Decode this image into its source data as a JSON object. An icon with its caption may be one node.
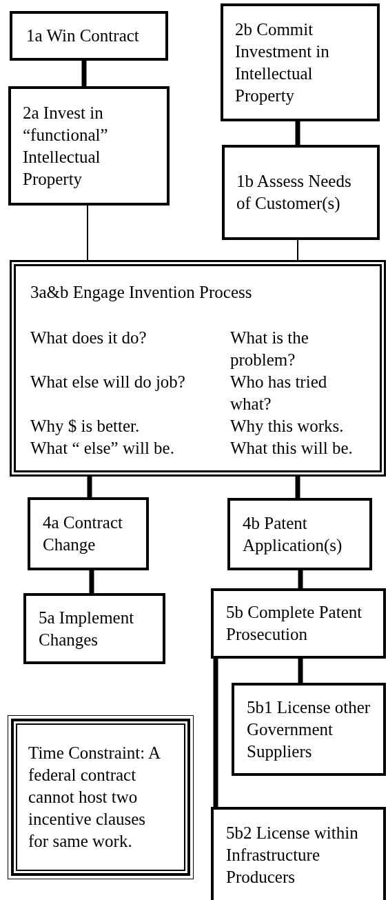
{
  "diagram": {
    "nodes": [
      {
        "text": [
          "1a Win Contract"
        ]
      },
      {
        "text": [
          "2b Commit Investment in Intellectual Property"
        ]
      },
      {
        "text": [
          "2a Invest in “functional” Intellectual Property"
        ]
      },
      {
        "text": [
          "1b Assess Needs of Customer(s)"
        ]
      },
      {
        "text": [
          "3a&b Engage Invention Process",
          "What does it do?",
          "What is the problem?",
          "What else will do job?",
          "Who has tried what?",
          "Why $ is better.",
          "Why this works.",
          "What “ else” will be.",
          "What this will be."
        ]
      },
      {
        "text": [
          "4a Contract Change"
        ]
      },
      {
        "text": [
          "4b Patent Application(s)"
        ]
      },
      {
        "text": [
          "5a Implement Changes"
        ]
      },
      {
        "text": [
          "5b Complete Patent Prosecution"
        ]
      },
      {
        "text": [
          "5b1 License other Government Suppliers"
        ]
      },
      {
        "text": [
          "5b2 License within Infrastructure Producers"
        ]
      },
      {
        "text": [
          "Time Constraint: A federal contract cannot host two incentive clauses for same work."
        ]
      }
    ],
    "edges": [
      {
        "from": 0,
        "to": 2,
        "arrow": "none"
      },
      {
        "from": 1,
        "to": 3,
        "arrow": "none"
      },
      {
        "from": 2,
        "to": 4,
        "arrow": "none"
      },
      {
        "from": 3,
        "to": 4,
        "arrow": "none"
      },
      {
        "from": 4,
        "to": 5,
        "arrow": "none"
      },
      {
        "from": 4,
        "to": 6,
        "arrow": "none"
      },
      {
        "from": 5,
        "to": 7,
        "arrow": "none"
      },
      {
        "from": 6,
        "to": 8,
        "arrow": "none"
      },
      {
        "from": 8,
        "to": 9,
        "arrow": "none"
      },
      {
        "from": 8,
        "to": 10,
        "arrow": "none"
      }
    ]
  }
}
